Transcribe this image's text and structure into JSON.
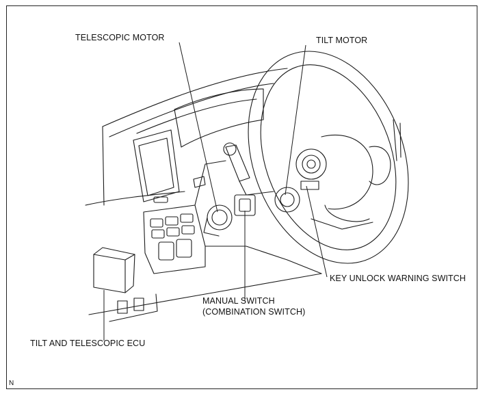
{
  "labels": {
    "telescopic_motor": "TELESCOPIC MOTOR",
    "tilt_motor": "TILT MOTOR",
    "key_unlock_warning_switch": "KEY UNLOCK WARNING SWITCH",
    "manual_switch_line1": "MANUAL SWITCH",
    "manual_switch_line2": "(COMBINATION SWITCH)",
    "tilt_telescopic_ecu": "TILT AND TELESCOPIC ECU",
    "corner_code": "N"
  },
  "colors": {
    "line": "#1a1a1a",
    "background": "#ffffff"
  }
}
